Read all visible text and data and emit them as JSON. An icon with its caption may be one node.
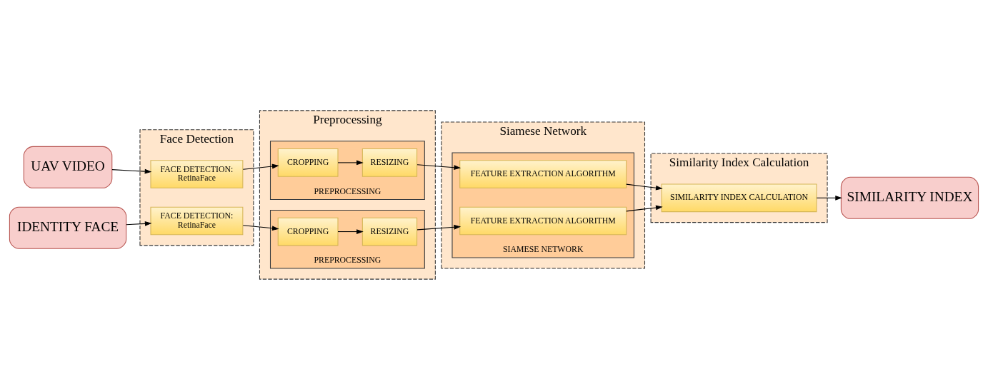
{
  "diagram": {
    "nodes": [
      {
        "text": [
          "UAV VIDEO"
        ]
      },
      {
        "text": [
          "IDENTITY FACE"
        ]
      },
      {
        "text": [
          "Face Detection"
        ]
      },
      {
        "text": [
          "FACE DETECTION:",
          "RetinaFace"
        ],
        "in": 2
      },
      {
        "text": [
          "FACE DETECTION:",
          "RetinaFace"
        ],
        "in": 2
      },
      {
        "text": [
          "Preprocessing"
        ]
      },
      {
        "text": [
          "PREPROCESSING"
        ],
        "in": 5
      },
      {
        "text": [
          "CROPPING"
        ],
        "in": 6
      },
      {
        "text": [
          "RESIZING"
        ],
        "in": 6
      },
      {
        "text": [
          "PREPROCESSING"
        ],
        "in": 5
      },
      {
        "text": [
          "CROPPING"
        ],
        "in": 9
      },
      {
        "text": [
          "RESIZING"
        ],
        "in": 9
      },
      {
        "text": [
          "Siamese Network"
        ]
      },
      {
        "text": [
          "SIAMESE NETWORK"
        ],
        "in": 12
      },
      {
        "text": [
          "FEATURE EXTRACTION ALGORITHM"
        ],
        "in": 13
      },
      {
        "text": [
          "FEATURE EXTRACTION ALGORITHM"
        ],
        "in": 13
      },
      {
        "text": [
          "Similarity Index Calculation"
        ]
      },
      {
        "text": [
          "SIMILARITY INDEX CALCULATION"
        ],
        "in": 16
      },
      {
        "text": [
          "SIMILARITY INDEX"
        ]
      }
    ],
    "edges": [
      {
        "from": 0,
        "to": 3,
        "arrow": "to"
      },
      {
        "from": 3,
        "to": 7,
        "arrow": "to"
      },
      {
        "from": 7,
        "to": 8,
        "arrow": "to"
      },
      {
        "from": 8,
        "to": 14,
        "arrow": "to"
      },
      {
        "from": 14,
        "to": 17,
        "arrow": "to"
      },
      {
        "from": 1,
        "to": 4,
        "arrow": "to"
      },
      {
        "from": 4,
        "to": 10,
        "arrow": "to"
      },
      {
        "from": 10,
        "to": 11,
        "arrow": "to"
      },
      {
        "from": 11,
        "to": 15,
        "arrow": "to"
      },
      {
        "from": 15,
        "to": 17,
        "arrow": "to"
      },
      {
        "from": 17,
        "to": 18,
        "arrow": "to"
      }
    ]
  }
}
